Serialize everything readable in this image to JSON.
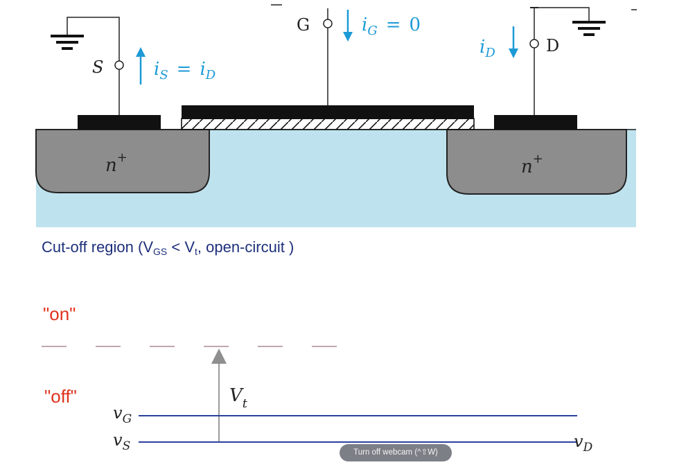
{
  "device": {
    "source_terminal": "S",
    "gate_terminal": "G",
    "drain_terminal": "D",
    "source_current": {
      "lhs": "i",
      "lhs_sub": "S",
      "eq": "=",
      "rhs": "i",
      "rhs_sub": "D"
    },
    "gate_current": {
      "lhs": "i",
      "lhs_sub": "G",
      "eq": "=",
      "value": "0"
    },
    "drain_current": {
      "lhs": "i",
      "lhs_sub": "D"
    },
    "left_region": {
      "base": "n",
      "sup": "+"
    },
    "right_region": {
      "base": "n",
      "sup": "+"
    }
  },
  "caption": {
    "prefix": "Cut-off region  (V",
    "sub1": "GS",
    "middle": " < V",
    "sub2": "t",
    "suffix": ", open-circuit )"
  },
  "levels": {
    "on_label": "\"on\"",
    "off_label": "\"off\"",
    "threshold": {
      "base": "V",
      "sub": "t"
    },
    "vg": {
      "base": "v",
      "sub": "G"
    },
    "vs": {
      "base": "v",
      "sub": "S"
    },
    "vd": {
      "base": "v",
      "sub": "D"
    }
  },
  "webcam": {
    "label": "Turn off webcam (^⇧W)"
  },
  "colors": {
    "substrate": "#bfe3ee",
    "n_plus": "#8d8d8d",
    "metal": "#111111",
    "current_arrow": "#1c9ad6",
    "caption_text": "#1d2f7a",
    "state_label": "#e0321e",
    "signal_line": "#2b3f9e",
    "threshold_arrow": "#8f8f8f",
    "dashed_line": "#a88a96"
  }
}
